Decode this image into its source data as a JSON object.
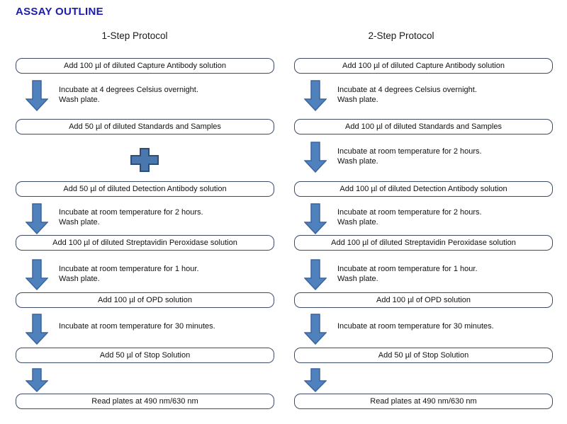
{
  "title": "ASSAY OUTLINE",
  "colors": {
    "title_blue": "#1b1bb4",
    "arrow_fill": "#4f81bd",
    "arrow_stroke": "#3a64a0",
    "plus_fill": "#4a77ad",
    "plus_stroke": "#2e4d77",
    "box_border": "#3c4c66"
  },
  "columns": [
    {
      "header": "1-Step Protocol",
      "boxes": [
        "Add 100 µl of diluted Capture Antibody solution",
        "Add 50 µl of diluted Standards and Samples",
        "Add 50 µl of diluted Detection Antibody solution",
        "Add 100 µl of diluted Streptavidin Peroxidase solution",
        "Add 100 µl of OPD solution",
        "Add 50 µl of Stop Solution",
        "Read plates at 490 nm/630 nm"
      ],
      "notes": {
        "after_capture": {
          "line1": "Incubate at 4 degrees Celsius overnight.",
          "line2": "Wash plate."
        },
        "after_detection": {
          "line1": "Incubate at room temperature for 2 hours.",
          "line2": "Wash plate."
        },
        "after_strep": {
          "line1": "Incubate at room temperature for 1 hour.",
          "line2": "Wash plate."
        },
        "after_opd": {
          "line1": "Incubate at room temperature for 30 minutes."
        }
      },
      "combine_symbol": "plus"
    },
    {
      "header": "2-Step Protocol",
      "boxes": [
        "Add 100 µl of diluted Capture Antibody solution",
        "Add 100 µl of diluted Standards and Samples",
        "Add 100 µl of diluted Detection Antibody solution",
        "Add 100 µl of diluted Streptavidin Peroxidase solution",
        "Add 100 µl of OPD solution",
        "Add 50 µl of Stop Solution",
        "Read plates at 490 nm/630 nm"
      ],
      "notes": {
        "after_capture": {
          "line1": "Incubate at 4 degrees Celsius overnight.",
          "line2": "Wash plate."
        },
        "after_standards": {
          "line1": "Incubate at room temperature for 2 hours.",
          "line2": "Wash plate."
        },
        "after_detection": {
          "line1": "Incubate at room temperature for 2 hours.",
          "line2": "Wash plate."
        },
        "after_strep": {
          "line1": "Incubate at room temperature for 1 hour.",
          "line2": "Wash plate."
        },
        "after_opd": {
          "line1": "Incubate at room temperature for 30 minutes."
        }
      }
    }
  ]
}
